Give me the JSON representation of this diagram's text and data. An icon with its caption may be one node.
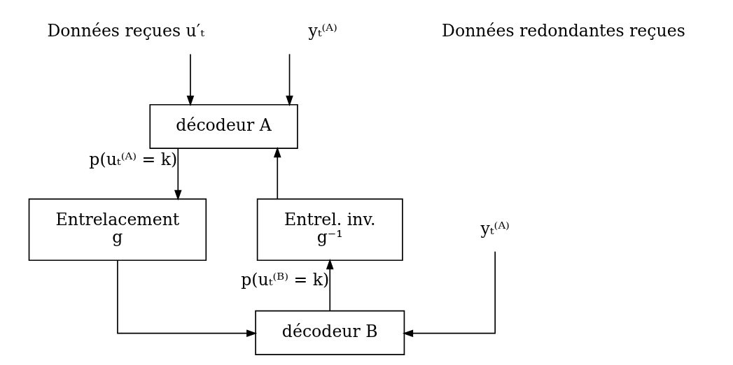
{
  "diagram": {
    "nodes": [
      {
        "text": [
          "Données reçues u′ₜ"
        ]
      },
      {
        "text": [
          "yₜ⁽ᴬ⁾"
        ]
      },
      {
        "text": [
          "décodeur A"
        ]
      },
      {
        "text": [
          "Entrel. inv.",
          "g⁻¹"
        ]
      },
      {
        "text": [
          "Entrelacement",
          "g"
        ]
      },
      {
        "text": [
          "décodeur B"
        ]
      },
      {
        "text": [
          "yₜ⁽ᴬ⁾"
        ]
      }
    ],
    "edges": [
      {
        "from": 0,
        "to": 2,
        "arrow": "to"
      },
      {
        "from": 1,
        "to": 2,
        "arrow": "to"
      },
      {
        "from": 3,
        "to": 2,
        "arrow": "to"
      },
      {
        "from": 2,
        "to": 4,
        "arrow": "to",
        "label": "p(uₜ⁽ᴬ⁾ = k)"
      },
      {
        "from": 4,
        "to": 5,
        "arrow": "to"
      },
      {
        "from": 5,
        "to": 3,
        "arrow": "to",
        "label": "p(uₜ⁽ᴮ⁾ = k)"
      },
      {
        "from": 6,
        "to": 5,
        "arrow": "to"
      }
    ],
    "labels": [
      "Données redondantes reçues"
    ]
  }
}
